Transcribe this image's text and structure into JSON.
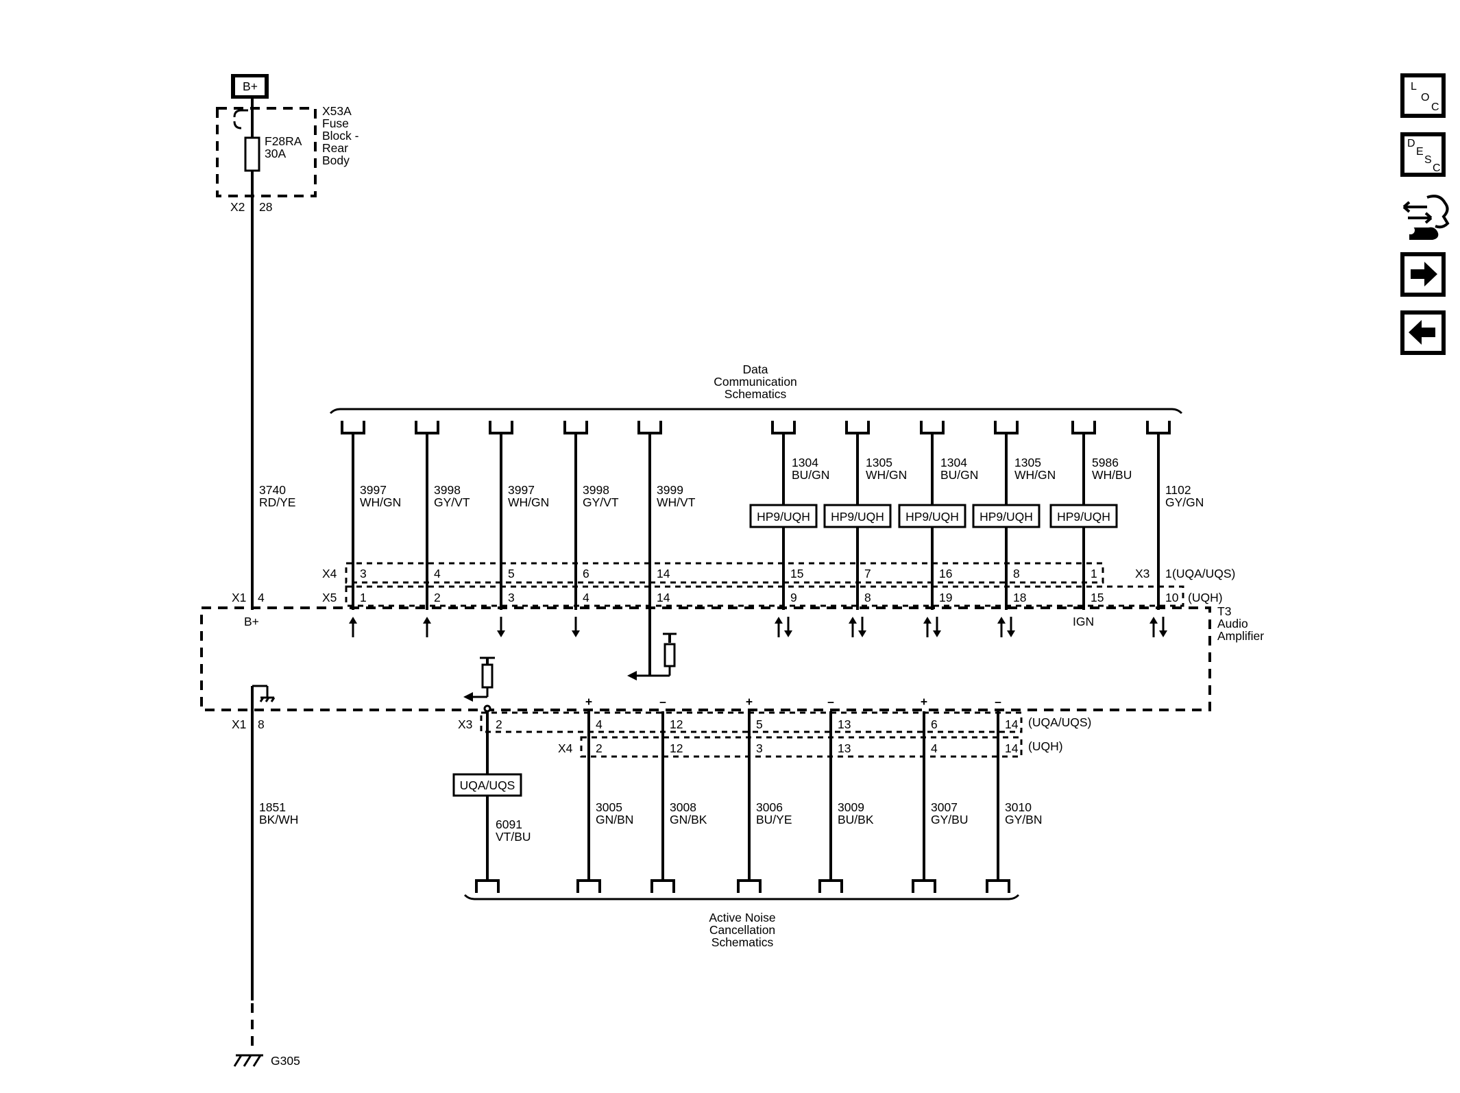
{
  "power": {
    "source": "B+"
  },
  "fuse_block": {
    "title_lines": [
      "X53A",
      "Fuse",
      "Block -",
      "Rear",
      "Body"
    ],
    "fuse_lines": [
      "F28RA",
      "30A"
    ],
    "connector": "X2",
    "pin": "28"
  },
  "amplifier": {
    "title_lines": [
      "T3",
      "Audio",
      "Amplifier"
    ],
    "b_plus_connector": "X1",
    "b_plus_pin": "4",
    "b_plus_label": "B+",
    "ground_connector": "X1",
    "ground_pin": "8",
    "ign_label": "IGN"
  },
  "power_wire": {
    "circuit": "3740",
    "color": "RD/YE"
  },
  "ground_wire": {
    "circuit": "1851",
    "color": "BK/WH"
  },
  "ground": {
    "label": "G305"
  },
  "data_comm": {
    "title_lines": [
      "Data",
      "Communication",
      "Schematics"
    ],
    "connector_top_a": "X4",
    "connector_top_b": "X5",
    "connector_right": "X3",
    "option_top_a": "(UQA/UQS)",
    "option_top_b": "(UQH)",
    "wires": [
      {
        "circuit": "3997",
        "color": "WH/GN",
        "pin_a": "3",
        "pin_b": "1",
        "option": ""
      },
      {
        "circuit": "3998",
        "color": "GY/VT",
        "pin_a": "4",
        "pin_b": "2",
        "option": ""
      },
      {
        "circuit": "3997",
        "color": "WH/GN",
        "pin_a": "5",
        "pin_b": "3",
        "option": ""
      },
      {
        "circuit": "3998",
        "color": "GY/VT",
        "pin_a": "6",
        "pin_b": "4",
        "option": ""
      },
      {
        "circuit": "3999",
        "color": "WH/VT",
        "pin_a": "14",
        "pin_b": "14",
        "option": ""
      },
      {
        "circuit": "1304",
        "color": "BU/GN",
        "pin_a": "15",
        "pin_b": "9",
        "option": "HP9/UQH"
      },
      {
        "circuit": "1305",
        "color": "WH/GN",
        "pin_a": "7",
        "pin_b": "8",
        "option": "HP9/UQH"
      },
      {
        "circuit": "1304",
        "color": "BU/GN",
        "pin_a": "16",
        "pin_b": "19",
        "option": "HP9/UQH"
      },
      {
        "circuit": "1305",
        "color": "WH/GN",
        "pin_a": "8",
        "pin_b": "18",
        "option": "HP9/UQH"
      },
      {
        "circuit": "5986",
        "color": "WH/BU",
        "pin_a": "1",
        "pin_b": "15",
        "option": "HP9/UQH"
      },
      {
        "circuit": "1102",
        "color": "GY/GN",
        "pin_a": "1",
        "pin_b": "10",
        "option": ""
      }
    ]
  },
  "anc": {
    "title_lines": [
      "Active Noise",
      "Cancellation",
      "Schematics"
    ],
    "connector_a": "X3",
    "connector_b": "X4",
    "option_a": "(UQA/UQS)",
    "option_b": "(UQH)",
    "mic_option": "UQA/UQS",
    "wires": [
      {
        "circuit": "6091",
        "color": "VT/BU",
        "pin_a": "2",
        "pin_b": "",
        "polarity": ""
      },
      {
        "circuit": "3005",
        "color": "GN/BN",
        "pin_a": "4",
        "pin_b": "2",
        "polarity": "+"
      },
      {
        "circuit": "3008",
        "color": "GN/BK",
        "pin_a": "12",
        "pin_b": "12",
        "polarity": "–"
      },
      {
        "circuit": "3006",
        "color": "BU/YE",
        "pin_a": "5",
        "pin_b": "3",
        "polarity": "+"
      },
      {
        "circuit": "3009",
        "color": "BU/BK",
        "pin_a": "13",
        "pin_b": "13",
        "polarity": "–"
      },
      {
        "circuit": "3007",
        "color": "GY/BU",
        "pin_a": "6",
        "pin_b": "4",
        "polarity": "+"
      },
      {
        "circuit": "3010",
        "color": "GY/BN",
        "pin_a": "14",
        "pin_b": "14",
        "polarity": "–"
      }
    ]
  },
  "nav": {
    "buttons": [
      {
        "name": "loc-button",
        "letters": [
          "L",
          "O",
          "C"
        ]
      },
      {
        "name": "desc-button",
        "letters": [
          "D",
          "E",
          "S",
          "C"
        ]
      },
      {
        "name": "connector-repair-icon"
      },
      {
        "name": "next-page-arrow-button"
      },
      {
        "name": "previous-page-arrow-button"
      }
    ]
  }
}
